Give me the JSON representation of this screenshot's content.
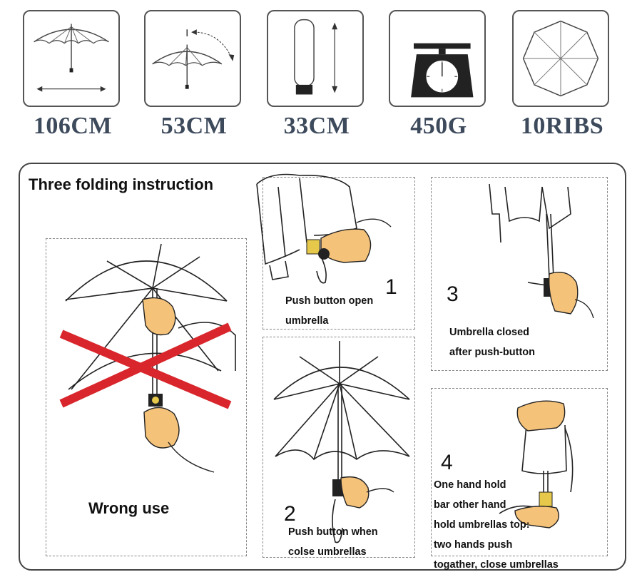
{
  "specs": [
    {
      "label": "106CM",
      "icon": "open-umbrella-width-icon"
    },
    {
      "label": "53CM",
      "icon": "umbrella-length-icon"
    },
    {
      "label": "33CM",
      "icon": "folded-umbrella-icon"
    },
    {
      "label": "450G",
      "icon": "weighing-scale-icon"
    },
    {
      "label": "10RIBS",
      "icon": "umbrella-ribs-icon"
    }
  ],
  "instructions": {
    "title": "Three folding instruction",
    "wrong_use": "Wrong use",
    "steps": [
      {
        "number": "1",
        "line1": "Push button open",
        "line2": "umbrella"
      },
      {
        "number": "2",
        "line1": "Push button when",
        "line2": "colse umbrellas"
      },
      {
        "number": "3",
        "line1": "Umbrella closed",
        "line2": "after push-button"
      },
      {
        "number": "4",
        "line1": "One hand hold",
        "line2": "bar other hand",
        "line3": "hold umbrellas top:",
        "line4": "two hands push",
        "line5": "togather, close umbrellas"
      }
    ]
  },
  "colors": {
    "label": "#3d4a5c",
    "cross": "#d8262c",
    "skin": "#f5c27a"
  }
}
